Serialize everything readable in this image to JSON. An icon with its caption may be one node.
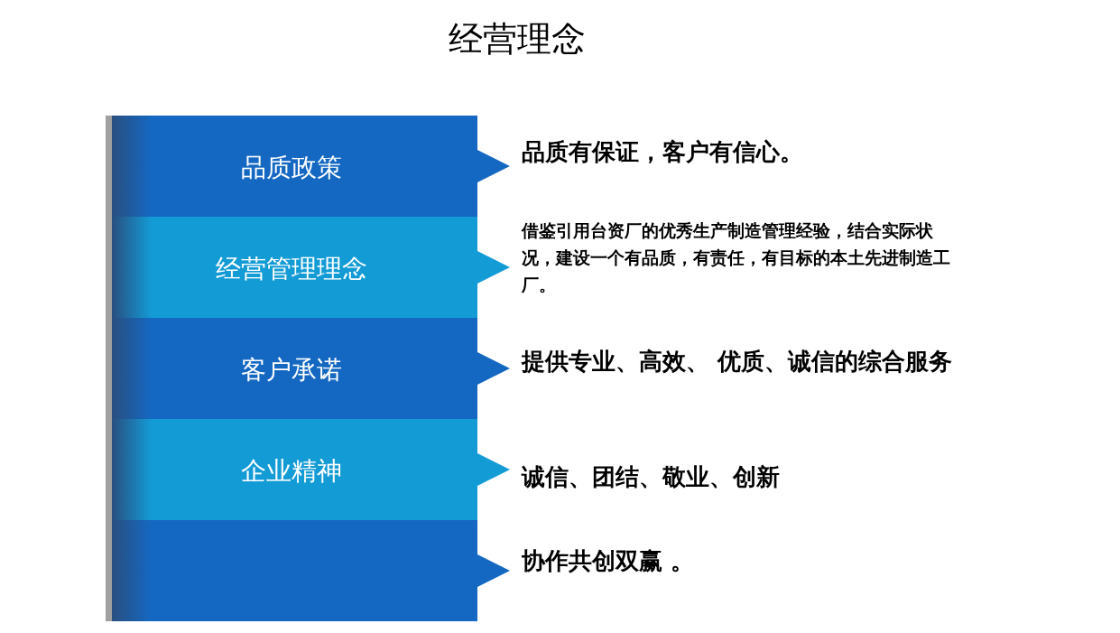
{
  "diagram": {
    "title": "经营理念",
    "nodes": [
      {
        "text": [
          "品质政策"
        ],
        "beside": [
          "品质有保证，客户有信心。"
        ]
      },
      {
        "text": [
          "经营管理理念"
        ],
        "beside": [
          "借鉴引用台资厂的优秀生产制造管理经验，结合实际状况，建设一个有品质，有责任，有目标的本土先进制造工厂。"
        ]
      },
      {
        "text": [
          "客户承诺"
        ],
        "beside": [
          "提供专业、高效、 优质、诚信的综合服务"
        ]
      },
      {
        "text": [
          "企业精神"
        ],
        "beside": [
          "诚信、团结、敬业、创新"
        ]
      },
      {
        "text": [],
        "shape": "box",
        "beside": [
          "协作共创双赢 。"
        ]
      }
    ]
  }
}
